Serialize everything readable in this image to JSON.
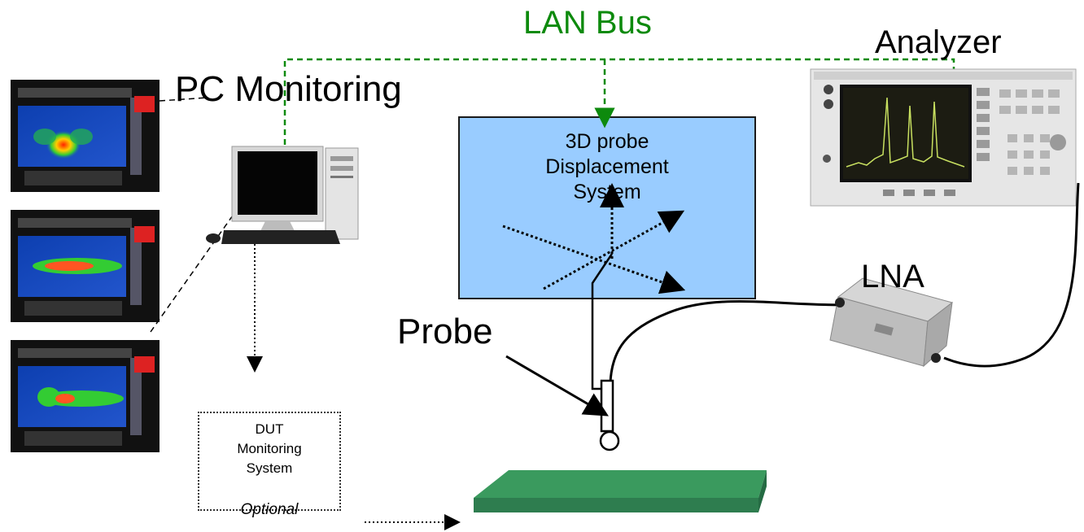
{
  "labels": {
    "lan_bus": "LAN Bus",
    "pc_monitoring": "PC Monitoring",
    "analyzer": "Analyzer",
    "lna": "LNA",
    "probe": "Probe",
    "displacement_system": "3D probe\nDisplacement\nSystem",
    "dut_monitoring": "DUT\nMonitoring\nSystem",
    "optional": "Optional"
  },
  "colors": {
    "lan_bus": "#0d8a0d",
    "displacement_box": "#99ccff",
    "board": "#2e7d4f"
  },
  "icons": [
    "pc-icon",
    "analyzer-icon",
    "lna-icon",
    "probe-icon",
    "dut-board-icon",
    "field-scan-thumbnail-icon"
  ]
}
